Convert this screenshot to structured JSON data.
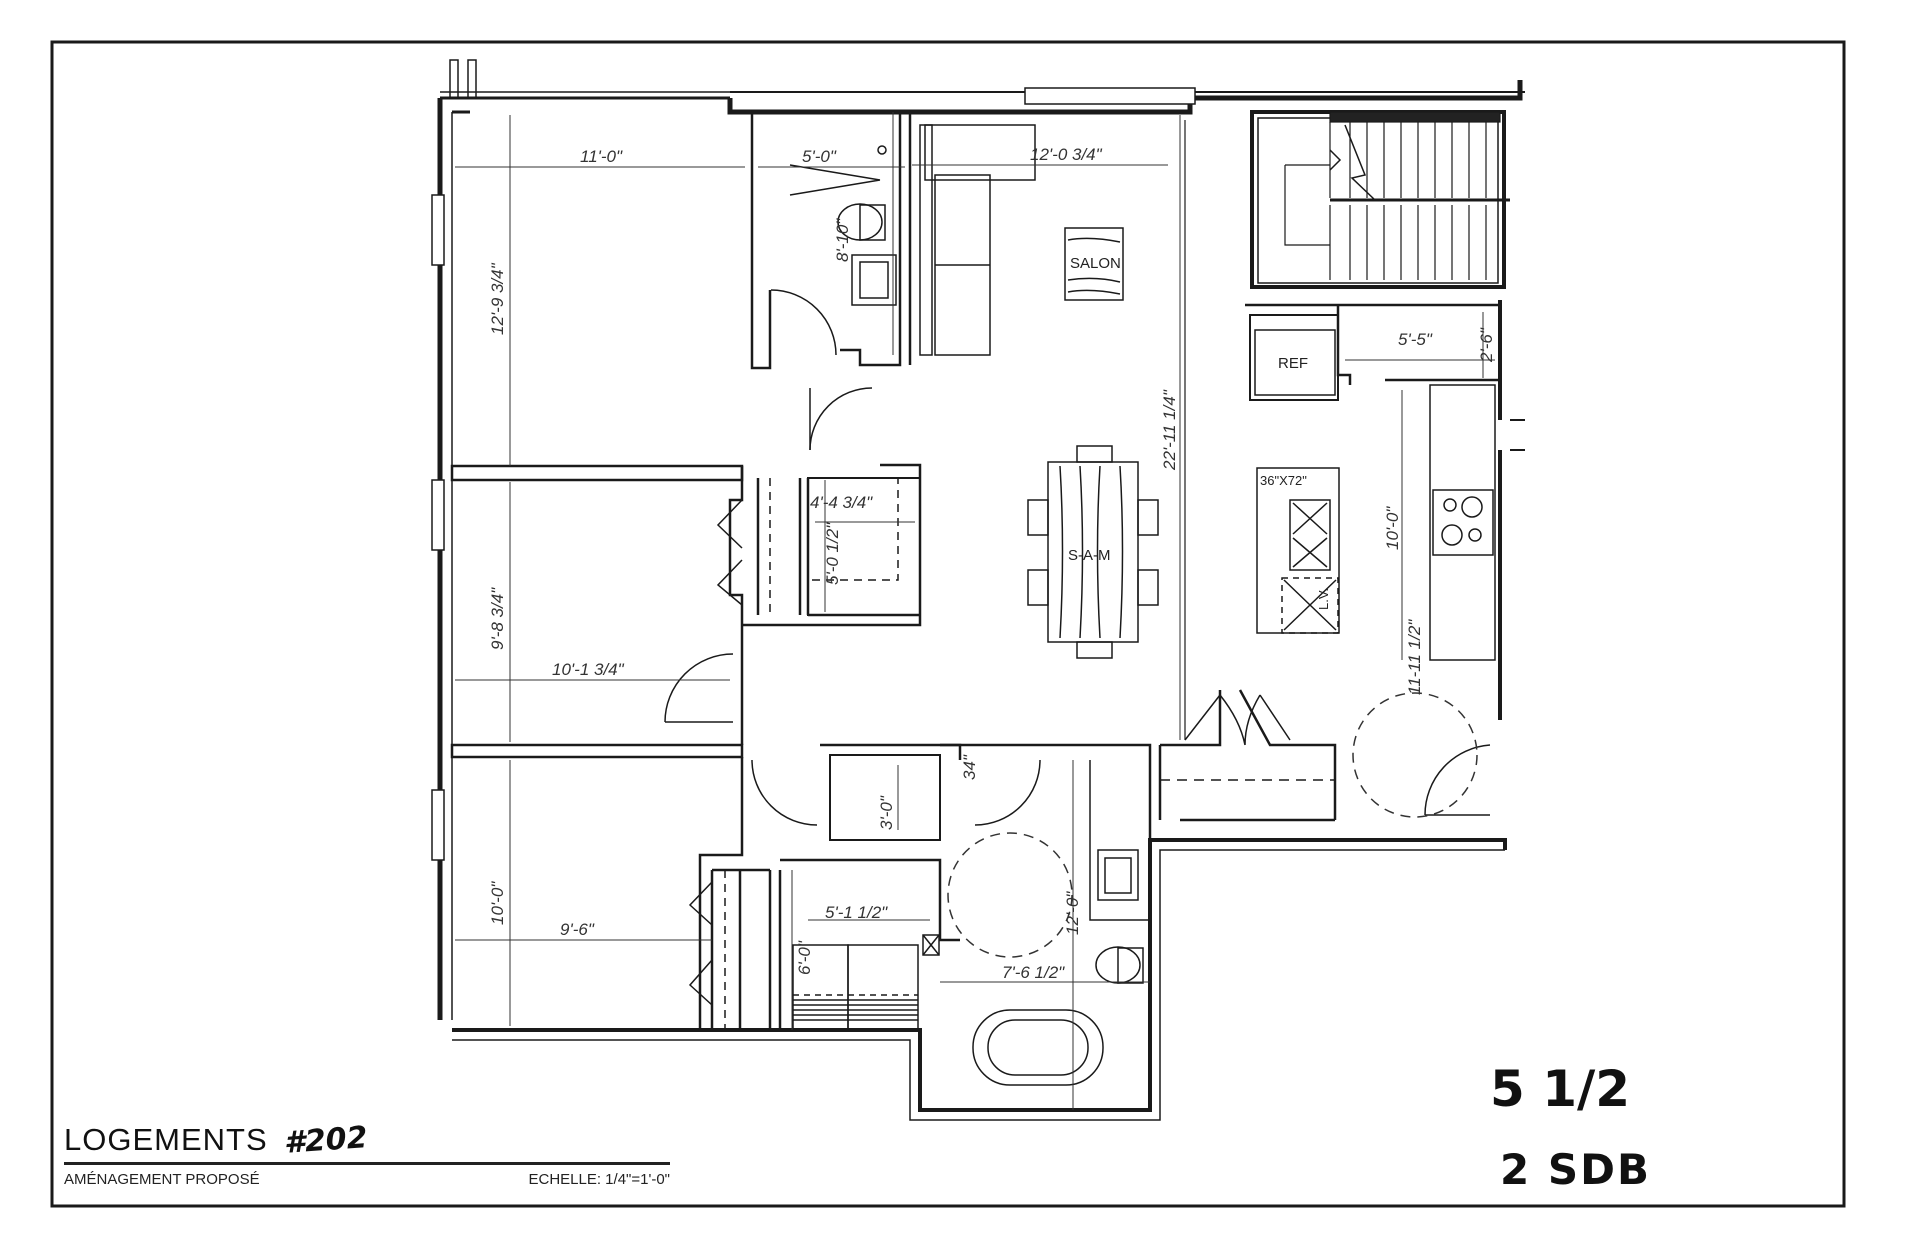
{
  "sheet": {
    "title": "LOGEMENTS",
    "unit_number": "#202",
    "subtitle": "AMÉNAGEMENT PROPOSÉ",
    "scale": "ECHELLE: 1/4\"=1'-0\""
  },
  "handwritten_notes": {
    "unit_type": "5 1/2",
    "bathrooms": "2 SDB"
  },
  "rooms": {
    "living": "SALON",
    "dining": "S-A-M",
    "refrigerator": "REF",
    "dishwasher": "L.V.",
    "island_size": "36\"X72\""
  },
  "dimensions": {
    "bedroom1_width": "11'-0\"",
    "bedroom1_depth": "12'-9 3/4\"",
    "powder_room_width": "5'-0\"",
    "powder_room_depth": "8'-10\"",
    "living_width": "12'-0 3/4\"",
    "living_depth": "22'-11 1/4\"",
    "pantry_width": "5'-5\"",
    "pantry_depth": "2'-6\"",
    "kitchen_length": "10'-0\"",
    "kitchen_clearance": "11-11 1/2\"",
    "walkin_width": "4'-4 3/4\"",
    "walkin_depth": "5'-0 1/2\"",
    "bedroom2_width": "10'-1 3/4\"",
    "bedroom2_depth": "9'-8 3/4\"",
    "closet_depth": "3'-0\"",
    "door_width": "34\"",
    "bedroom3_width": "9'-6\"",
    "bedroom3_depth": "10'-0\"",
    "laundry_width": "5'-1 1/2\"",
    "laundry_depth": "6'-0\"",
    "bath_width": "7'-6 1/2\"",
    "bath_depth": "12'-0\""
  }
}
